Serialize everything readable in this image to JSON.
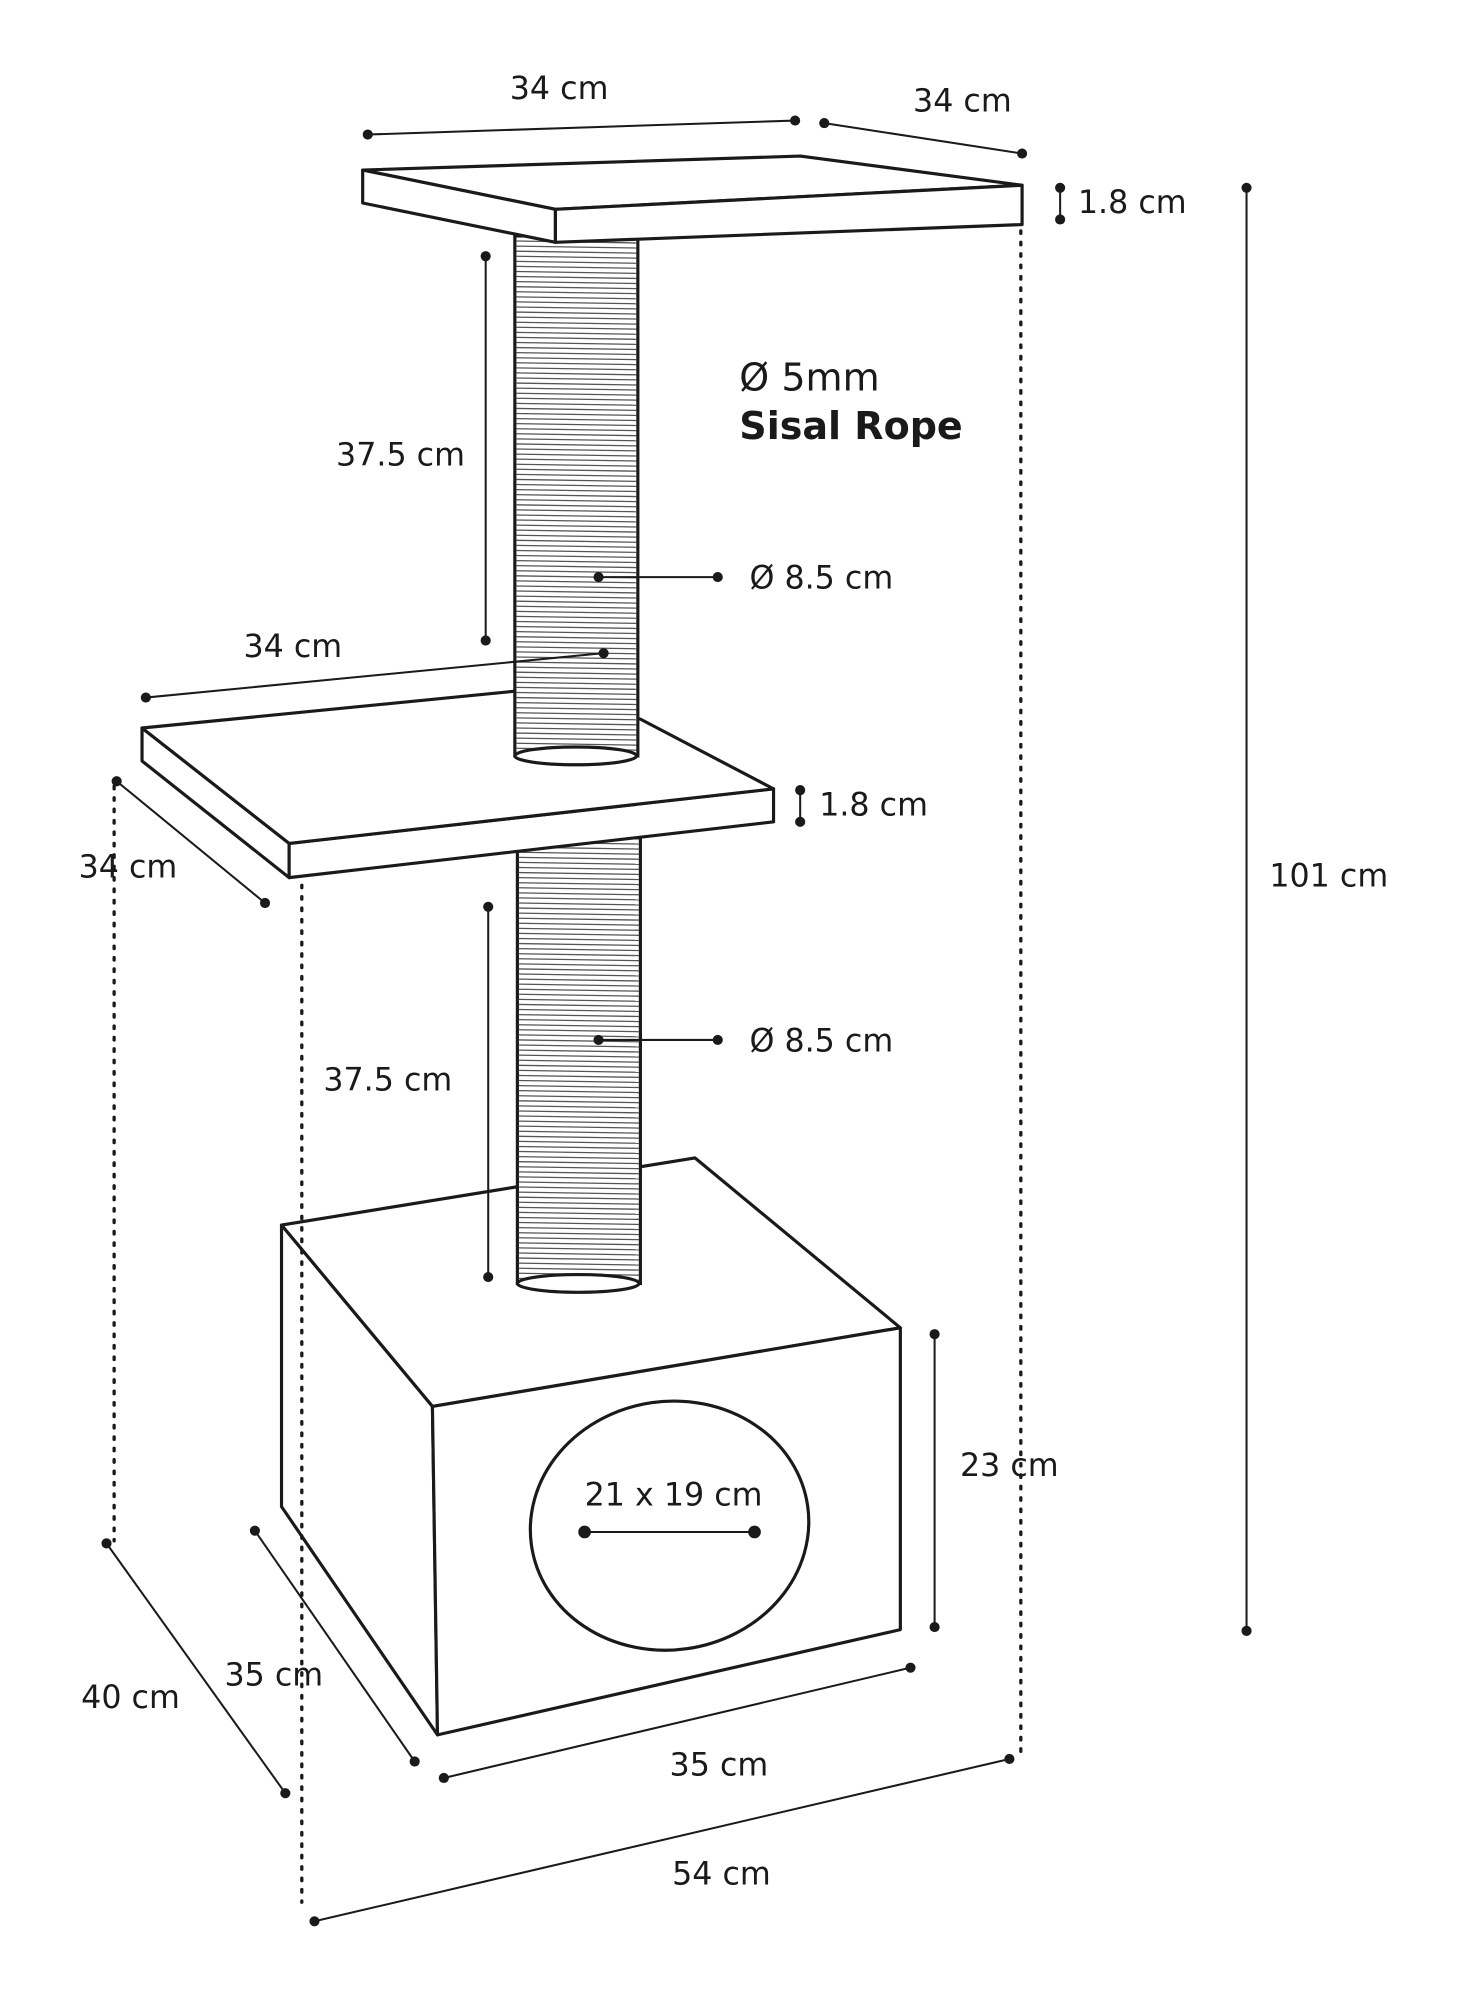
{
  "labels": {
    "top_shelf_width": "34 cm",
    "top_shelf_depth": "34 cm",
    "top_shelf_thickness": "1.8 cm",
    "rope_diameter": "Ø 5mm",
    "rope_material": "Sisal Rope",
    "upper_post_height": "37.5 cm",
    "upper_post_diameter": "Ø 8.5 cm",
    "middle_shelf_width": "34 cm",
    "middle_shelf_depth": "34 cm",
    "middle_shelf_thickness": "1.8 cm",
    "lower_post_height": "37.5 cm",
    "lower_post_diameter": "Ø 8.5 cm",
    "total_height": "101 cm",
    "box_height": "23 cm",
    "opening_size": "21 x 19 cm",
    "box_depth": "35 cm",
    "box_width": "35 cm",
    "total_depth": "40 cm",
    "total_width": "54 cm"
  },
  "colors": {
    "line": "#1a1a1a",
    "background": "#ffffff"
  }
}
